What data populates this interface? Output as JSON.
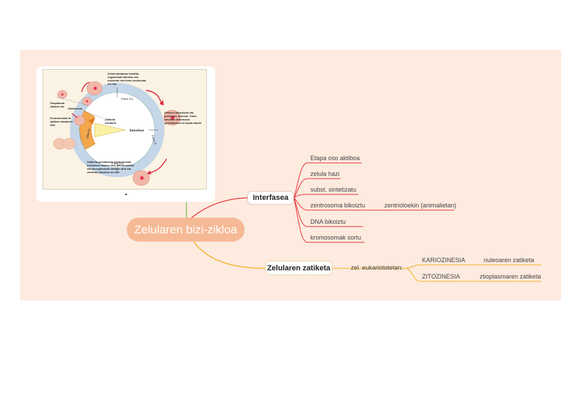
{
  "central_topic": "Zelularen bizi-zikloa",
  "branches": {
    "interfasea": {
      "label": "Interfasea",
      "color": "#e8333a",
      "items": [
        "Etapa oso aktiboa",
        "zelula hazi",
        "subst. sintetizatu",
        "zentrosoma bikoiztu",
        "DNA bikoiztu",
        "kromosomak sortu"
      ],
      "sub_item": "zentrioloekin (animalietan)"
    },
    "zatiketa": {
      "label": "Zelularen zatiketa",
      "color": "#f2b01e",
      "mid_label": "zel. eukariototetan:",
      "items": [
        {
          "label": "KARIOZINESIA",
          "detail": "nuleoaren zatiketa"
        },
        {
          "label": "ZITOZINESIA",
          "detail": "ztioplasmaren zatiketa"
        }
      ]
    }
  },
  "image": {
    "center_label": "Interfase",
    "phases": [
      "Fase G1",
      "Fase S",
      "Fase G2",
      "Mitosis"
    ],
    "captions": {
      "top": "Zelula tamainaz handitu, organuluak bikoiztu eta entzimak eta beste molekulak ere bai",
      "right": "DNAren bikoizketa eta proteinen sintesia. Orain zelulean informazio genetikoaren bi kopia daude",
      "bottom": "Zatiketa prestatzeko kromosomak trinkotzen hasten dira. Mitokondriak eta kloroplastoak zatitzen dira eta zentriolo bikoitza ere bai",
      "left_a": "Zitoplasma zatitzen da",
      "left_b": "Kromosomak bi zatitzen banatzen dira",
      "center_small": "Zatiketa zelularra",
      "tiny_mark": "Zitokinesia"
    },
    "colors": {
      "ring": "#c4d6e8",
      "cell": "#f1b7a8",
      "nucleus": "#e8324f",
      "arrow": "#d7263d"
    }
  }
}
